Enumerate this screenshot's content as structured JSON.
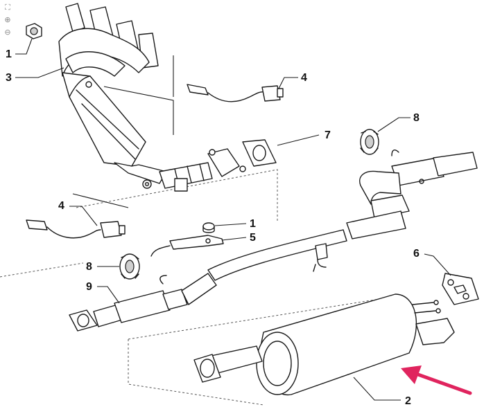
{
  "toolbar": {
    "icons": [
      "fit-icon",
      "zoom-in-icon",
      "zoom-out-icon"
    ],
    "glyphs": [
      "⛶",
      "⊕",
      "⊖"
    ]
  },
  "callouts": {
    "c1_top": "1",
    "c3": "3",
    "c4_top": "4",
    "c4_left": "4",
    "c7": "7",
    "c8_top": "8",
    "c8_left": "8",
    "c1_mid": "1",
    "c5": "5",
    "c9": "9",
    "c6": "6",
    "c2": "2"
  },
  "colors": {
    "line": "#1a1a1a",
    "highlight_arrow": "#e0245e"
  }
}
